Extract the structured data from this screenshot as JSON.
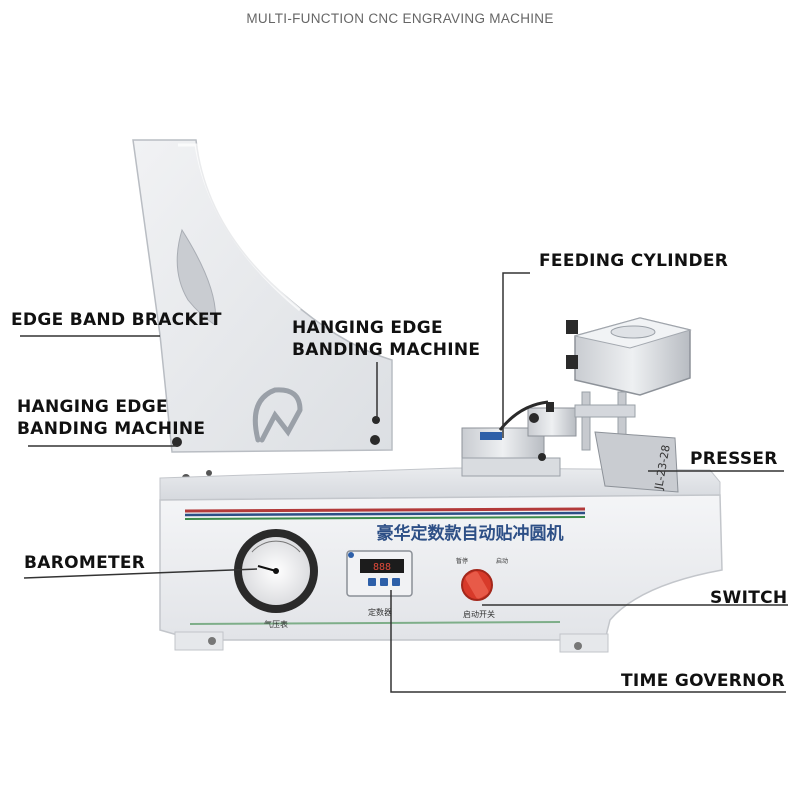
{
  "header": "MULTI-FUNCTION CNC ENGRAVING MACHINE",
  "labels": {
    "edge_band_bracket": "EDGE BAND BRACKET",
    "hanging_edge_left": [
      "HANGING EDGE",
      "BANDING MACHINE"
    ],
    "hanging_edge_center": [
      "HANGING EDGE",
      "BANDING MACHINE"
    ],
    "feeding_cylinder": "FEEDING CYLINDER",
    "presser": "PRESSER",
    "barometer": "BAROMETER",
    "switch": "SWITCH",
    "time_governor": "TIME GOVERNOR"
  },
  "machine": {
    "panel_title": "豪华定数款自动贴冲圆机",
    "gauge_caption": "气压表",
    "timer_caption": "定数器",
    "switch_caption": "启动开关",
    "switch_left_mark": "暂停",
    "switch_right_mark": "启动",
    "side_marking": "JL-23-28"
  },
  "colors": {
    "stripe_red": "#b23a3a",
    "stripe_blue": "#2d4f86",
    "stripe_green": "#3c8a4a",
    "switch_red": "#d83a2a",
    "display_blue": "#2d5fa8",
    "leader_line": "#333333"
  }
}
